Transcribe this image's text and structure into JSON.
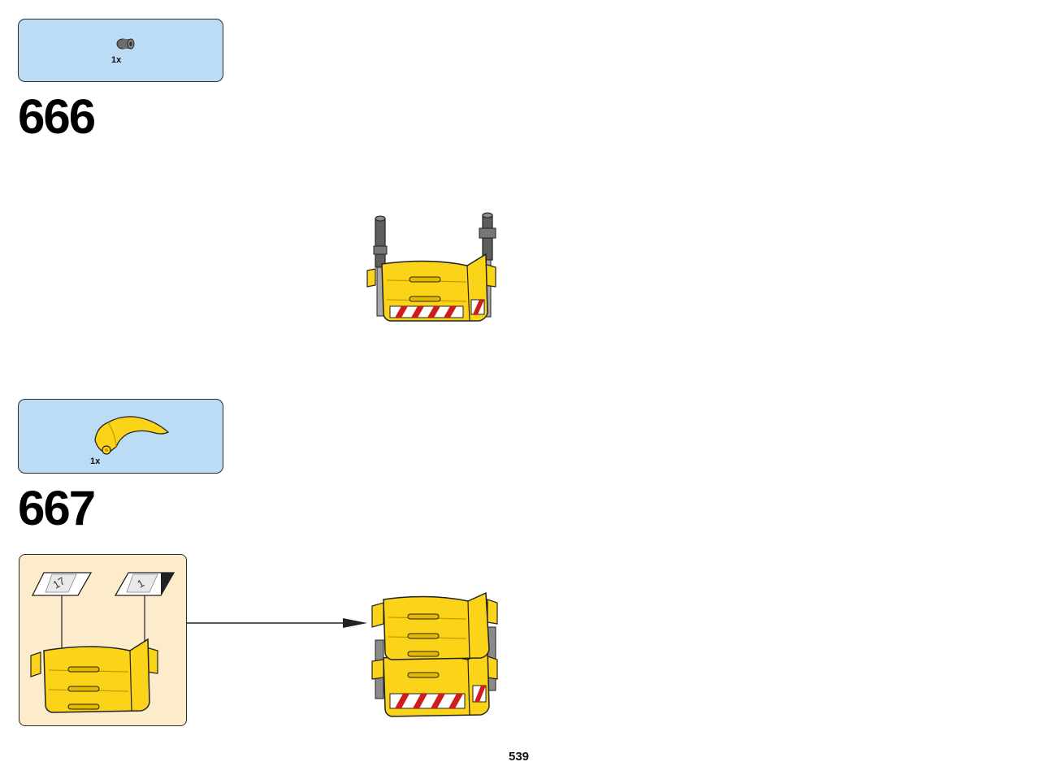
{
  "page": {
    "number": "539"
  },
  "steps": [
    {
      "number": "666",
      "parts": [
        {
          "name": "gray-bush-icon",
          "quantity": "1x"
        }
      ]
    },
    {
      "number": "667",
      "parts": [
        {
          "name": "yellow-fairing-icon",
          "quantity": "1x"
        }
      ],
      "stickers": [
        {
          "label": "17"
        },
        {
          "label": "1"
        }
      ]
    }
  ],
  "colors": {
    "parts_box": "#bcdcf6",
    "subassembly_box": "#fdeccb",
    "brick_yellow": "#fbd318",
    "stripe_red": "#d01c1c"
  }
}
